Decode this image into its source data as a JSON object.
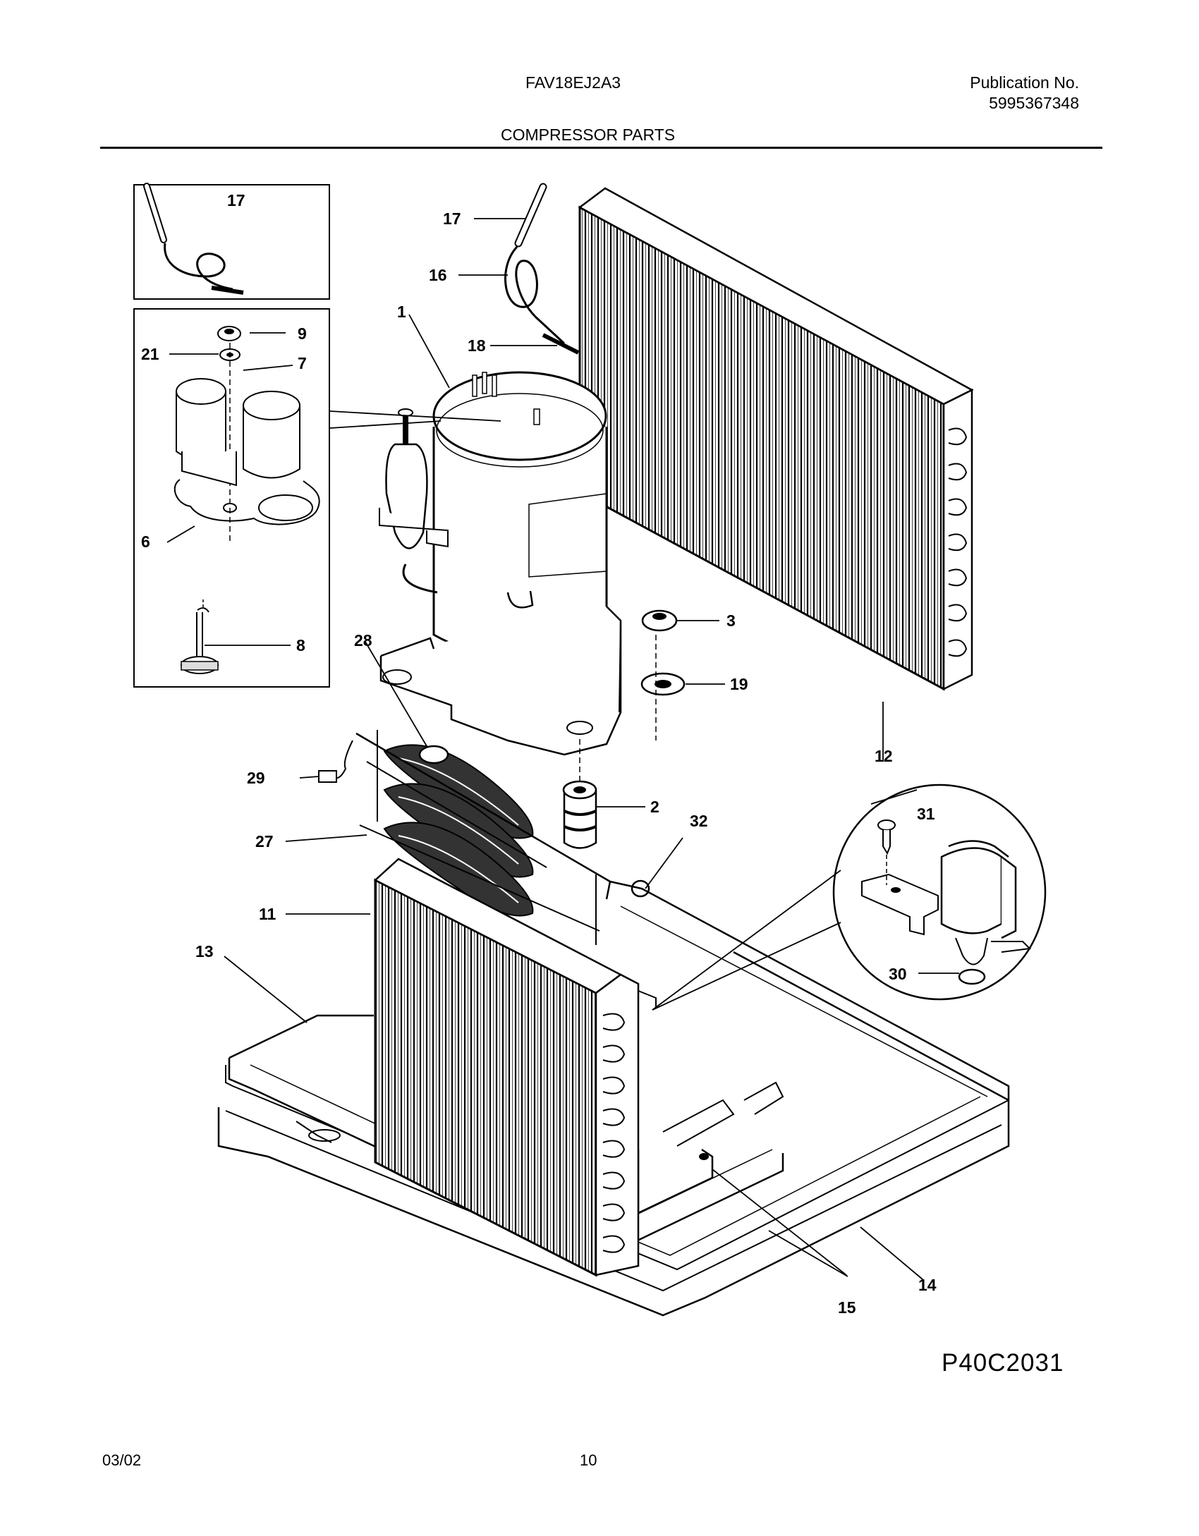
{
  "header": {
    "model": "FAV18EJ2A3",
    "publication_label": "Publication No.",
    "publication_number": "5995367348",
    "section_title": "COMPRESSOR PARTS"
  },
  "callouts": {
    "c1": "1",
    "c2": "2",
    "c3": "3",
    "c6": "6",
    "c7": "7",
    "c8": "8",
    "c9": "9",
    "c11": "11",
    "c12": "12",
    "c13": "13",
    "c14": "14",
    "c15": "15",
    "c16": "16",
    "c17": "17",
    "c17b": "17",
    "c18": "18",
    "c19": "19",
    "c21": "21",
    "c27": "27",
    "c28": "28",
    "c29": "29",
    "c30": "30",
    "c31": "31",
    "c32": "32"
  },
  "figure_id": "P40C2031",
  "footer": {
    "date": "03/02",
    "page_number": "10"
  }
}
